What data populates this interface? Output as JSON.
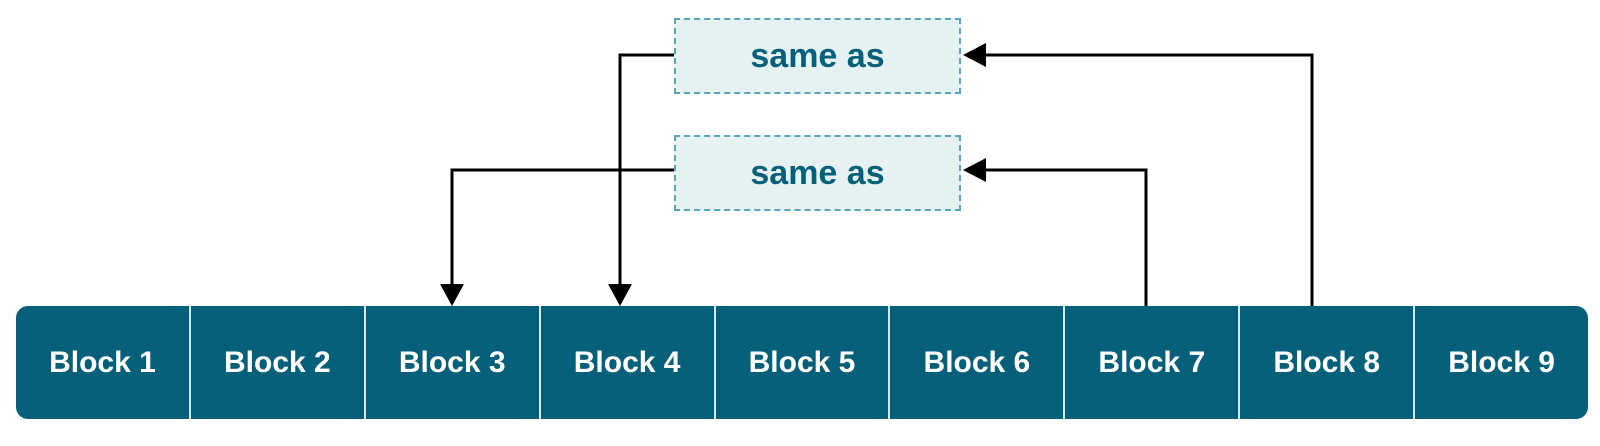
{
  "labels": {
    "top": "same as",
    "bottom": "same as"
  },
  "blocks": [
    "Block 1",
    "Block 2",
    "Block 3",
    "Block 4",
    "Block 5",
    "Block 6",
    "Block 7",
    "Block 8",
    "Block 9"
  ],
  "colors": {
    "block_fill": "#07607a",
    "label_fill": "#e6f1f1",
    "label_border": "#5aa6b8",
    "label_text": "#07607a",
    "arrow": "#000000"
  }
}
